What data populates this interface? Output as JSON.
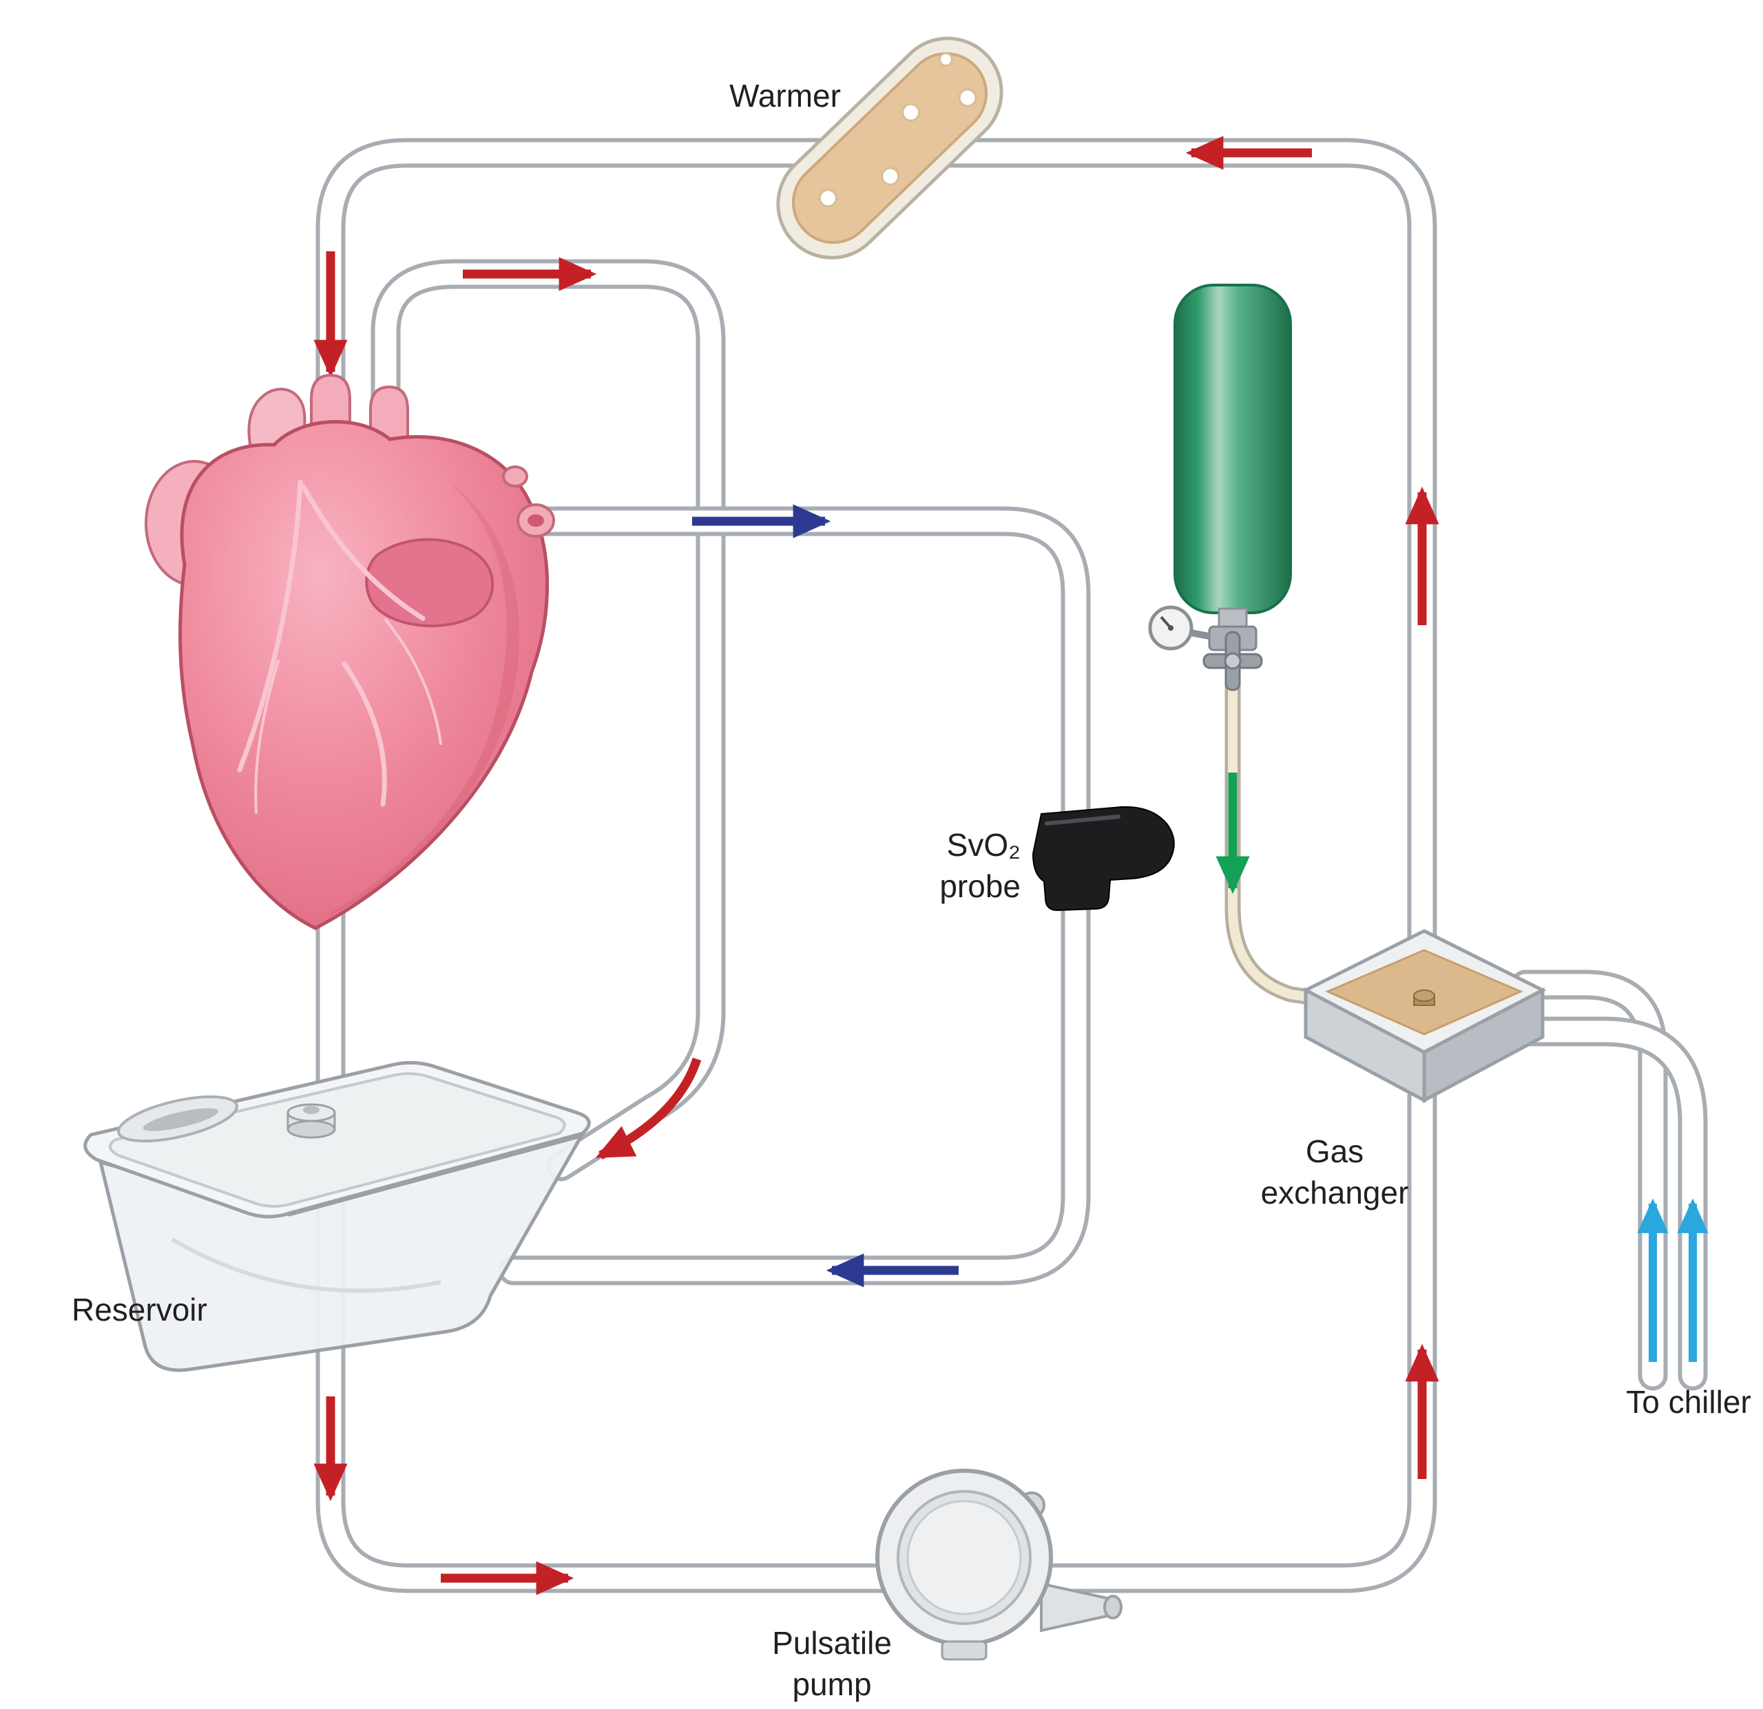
{
  "diagram": {
    "subject": "Ex vivo heart perfusion circuit",
    "background_color": "#ffffff",
    "labels": {
      "warmer": "Warmer",
      "svo2_probe": [
        "SvO₂",
        "probe"
      ],
      "gas_exchanger": [
        "Gas",
        "exchanger"
      ],
      "reservoir": "Reservoir",
      "to_chiller": "To chiller",
      "pulsatile_pump": [
        "Pulsatile",
        "pump"
      ]
    },
    "flow_colors": {
      "oxygenated_blood": "#c42127",
      "deoxygenated_blood": "#2d3a92",
      "gas": "#12a155",
      "chiller_water": "#2ba7df"
    },
    "arrow_counts": {
      "red": 8,
      "blue": 2,
      "green": 1,
      "cyan": 2
    },
    "illustrated_components": [
      "heart",
      "warmer",
      "gas-cylinder",
      "svo2-probe",
      "gas-exchanger",
      "reservoir",
      "pulsatile-pump",
      "tubing-circuit"
    ]
  }
}
